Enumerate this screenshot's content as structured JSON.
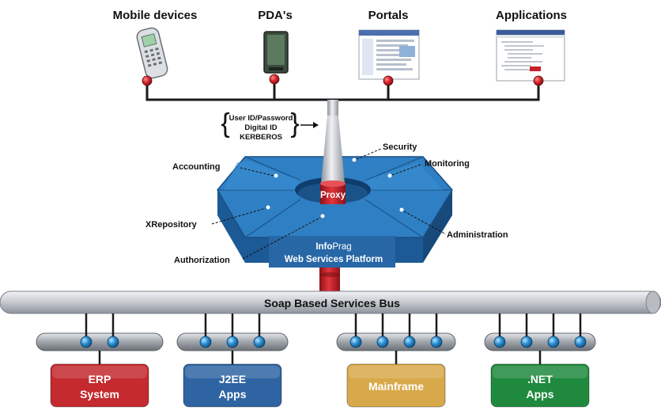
{
  "devices": [
    {
      "label": "Mobile devices",
      "icon": "mobile-phone-icon"
    },
    {
      "label": "PDA's",
      "icon": "pda-icon"
    },
    {
      "label": "Portals",
      "icon": "portal-screenshot-icon"
    },
    {
      "label": "Applications",
      "icon": "application-screenshot-icon"
    }
  ],
  "auth_methods": [
    "User ID/Password",
    "Digital ID",
    "KERBEROS"
  ],
  "platform": {
    "brand_bold": "Info",
    "brand_rest": "Prag",
    "subtitle": "Web Services Platform",
    "proxy_label": "Proxy",
    "callouts": [
      "Security",
      "Monitoring",
      "Accounting",
      "XRepository",
      "Authorization",
      "Administration"
    ]
  },
  "bus": {
    "label": "Soap Based Services Bus"
  },
  "systems": [
    {
      "line1": "ERP",
      "line2": "System",
      "color": "#c42a2e",
      "connectors": 2
    },
    {
      "line1": "J2EE",
      "line2": "Apps",
      "color": "#2f64a3",
      "connectors": 3
    },
    {
      "line1": "Mainframe",
      "line2": "",
      "color": "#d8a94a",
      "connectors": 4
    },
    {
      "line1": ".NET",
      "line2": "Apps",
      "color": "#1f8a3e",
      "connectors": 4
    }
  ],
  "colors": {
    "platform_blue": "#2f7fc4",
    "proxy_red": "#c8202a",
    "bus_grey": "#c8cbd0",
    "node_blue": "#2a8fd6"
  }
}
